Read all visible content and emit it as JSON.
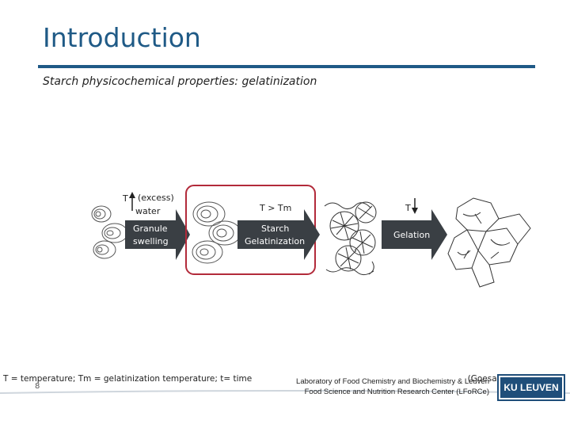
{
  "slide": {
    "title": "Introduction",
    "subtitle": "Starch physicochemical properties: gelatinization",
    "page_number": "8"
  },
  "diagram": {
    "step1_condition_line1": "(excess)",
    "step1_condition_line2": "water",
    "step1_temp_symbol": "T",
    "step1_label_line1": "Granule",
    "step1_label_line2": "swelling",
    "step2_condition": "T > Tm",
    "step2_label_line1": "Starch",
    "step2_label_line2": "Gelatinization",
    "step3_condition": "T",
    "step3_label": "Gelation"
  },
  "footnotes": {
    "legend": "T = temperature; Tm = gelatinization temperature; t= time",
    "citation": "(Goesaert et al., 2005)"
  },
  "footer": {
    "lab_line1": "Laboratory of Food Chemistry and Biochemistry & Leuven",
    "lab_line2": "Food Science and Nutrition Research Center (LFoRCe)",
    "logo_text": "KU LEUVEN"
  },
  "colors": {
    "accent": "#1f5a86",
    "arrow_fill": "#3a3f44",
    "highlight_border": "#b22a3a"
  }
}
